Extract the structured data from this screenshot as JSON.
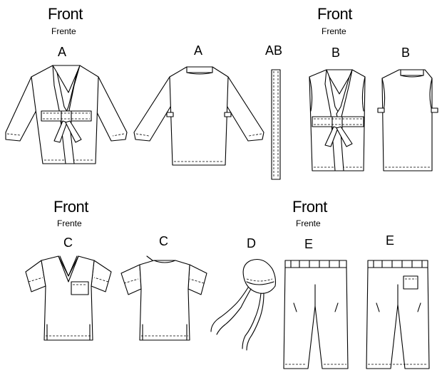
{
  "headings": {
    "kimono_front_left": {
      "title": "Front",
      "subtitle": "Frente"
    },
    "kimono_front_right": {
      "title": "Front",
      "subtitle": "Frente"
    },
    "scrub_top_front": {
      "title": "Front",
      "subtitle": "Frente"
    },
    "pants_front": {
      "title": "Front",
      "subtitle": "Frente"
    }
  },
  "view_labels": {
    "a_front": "A",
    "a_back": "A",
    "ab_belt": "AB",
    "b_front": "B",
    "b_back": "B",
    "c_front": "C",
    "c_back": "C",
    "d_cap": "D",
    "e_front": "E",
    "e_back": "E"
  },
  "line_color": "#000000",
  "background_color": "#ffffff"
}
